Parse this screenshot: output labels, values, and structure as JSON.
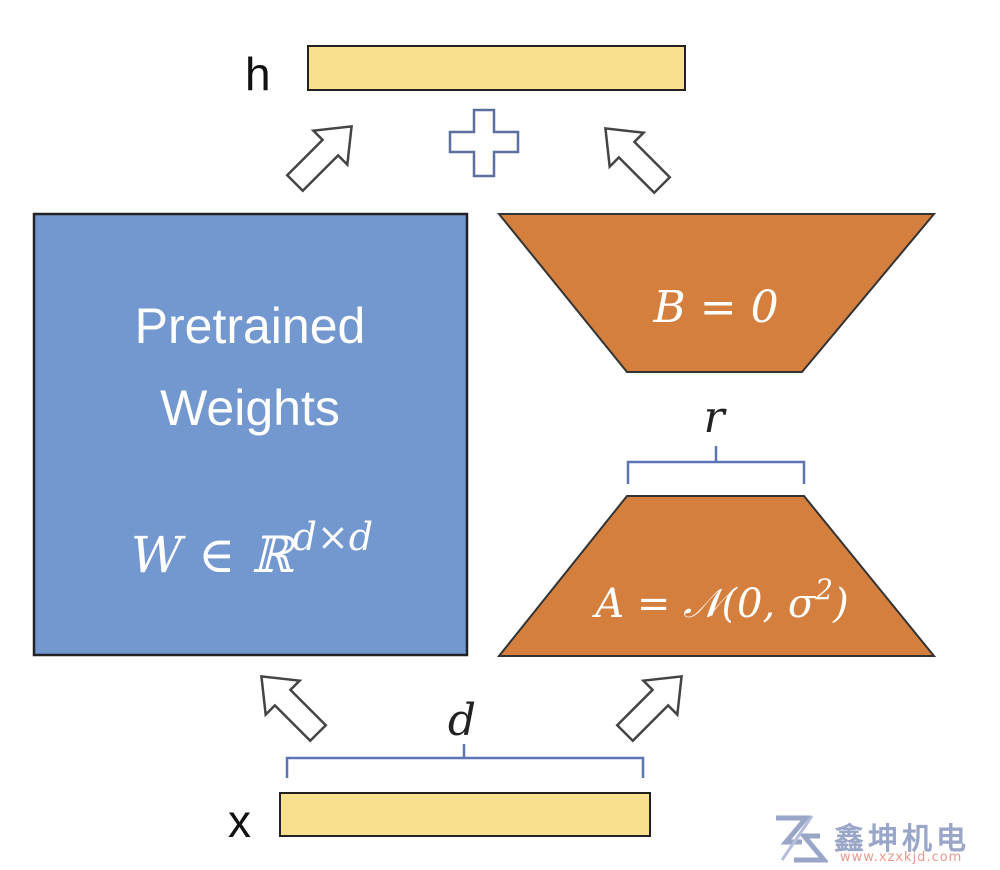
{
  "output_label": "h",
  "input_label": "x",
  "pretrained": {
    "line1": "Pretrained",
    "line2": "Weights",
    "formula": "W ∈ ℝ",
    "formula_sup": "d×d"
  },
  "matrix_b": {
    "label": "B = 0"
  },
  "matrix_a": {
    "label": "A = 𝒩(0, σ",
    "label_sup": "2",
    "label_end": ")"
  },
  "rank_label": "r",
  "dim_label": "d",
  "watermark": {
    "brand": "鑫坤机电",
    "url": "www.xzxkjd.com"
  },
  "colors": {
    "bar_fill": "#f8e08e",
    "pretrained_fill": "#7397cf",
    "lora_fill": "#d47f3e",
    "bracket": "#5d74b4"
  }
}
